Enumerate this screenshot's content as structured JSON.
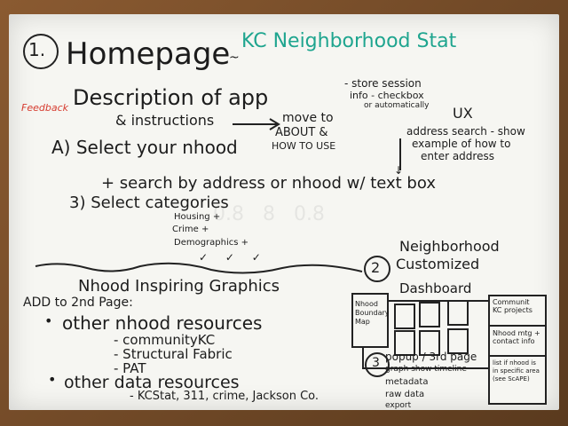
{
  "board": {
    "section1_num": "1.",
    "section1_title": "Homepage",
    "app_title": "KC Neighborhood Stat",
    "feedback": "Feedback",
    "desc": "Description of app",
    "instructions": "& instructions",
    "move_to": "move to",
    "about": "ABOUT &",
    "how_to_use": "HOW TO USE",
    "store_1": "- store session",
    "store_2": "info - checkbox",
    "store_3": "or automatically",
    "ux": "UX",
    "addr_1": "address search - show",
    "addr_2": "example of how to",
    "addr_3": "enter address",
    "a_select": "A) Select your nhood",
    "search_by": "+ search by address or nhood w/ text box",
    "select_cat": "3) Select categories",
    "cat_housing": "Housing +",
    "cat_crime": "Crime +",
    "cat_demo": "Demographics +",
    "checks": "✓ ✓ ✓",
    "nhood_graphics": "Nhood Inspiring Graphics",
    "add_2nd": "ADD to 2nd Page:",
    "other_nhood": "other nhood resources",
    "r_community": "- communityKC",
    "r_structural": "- Structural Fabric",
    "r_pat": "- PAT",
    "other_data": "other data resources",
    "r_kcstat": "- KCStat, 311, crime, Jackson Co.",
    "section2_num": "2",
    "neighborhood": "Neighborhood",
    "customized": "Customized",
    "dashboard": "Dashboard",
    "map_box": "Nhood Boundary Map",
    "comm_kc": "Communit KC projects",
    "nhood_mtg": "Nhood mtg + contact info",
    "list_if": "list if nhood is in specific area (see ScAPE)",
    "section3_num": "3",
    "popup": "popup / 3rd page",
    "graph_show": "graph show timeline",
    "metadata": "metadata",
    "raw_data": "raw data",
    "export": "export"
  }
}
